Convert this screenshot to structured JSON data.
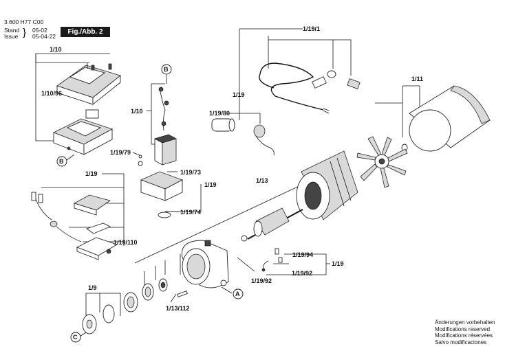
{
  "header": {
    "doc_number": "3 600 H77 C00",
    "stand_label": "Stand",
    "issue_label": "Issue",
    "stand_value": "05-02",
    "issue_value": "05-04-22",
    "figure_label": "Fig./Abb. 2"
  },
  "labels": {
    "l_1_10_top": "1/10",
    "l_1_10_96": "1/10/96",
    "l_1_10_mid": "1/10",
    "l_1_19_79": "1/19/79",
    "l_1_19_left": "1/19",
    "l_1_19_73": "1/19/73",
    "l_1_19_right": "1/19",
    "l_1_19_74": "1/19/74",
    "l_1_19_110": "1/19/110",
    "l_1_19_1": "1/19/1",
    "l_1_19_top": "1/19",
    "l_1_19_80": "1/19/80",
    "l_1_11": "1/11",
    "l_1_13": "1/13",
    "l_1_19_94": "1/19/94",
    "l_1_19_92a": "1/19/92",
    "l_1_19_92b": "1/19/92",
    "l_1_19_far": "1/19",
    "l_1_13_112": "1/13/112",
    "l_1_9": "1/9"
  },
  "markers": {
    "a": "A",
    "b_top": "B",
    "b_left": "B",
    "c": "C"
  },
  "notes": [
    "Änderungen vorbehalten",
    "Modifications reserved",
    "Modifications réservées",
    "Salvo modificaciones"
  ]
}
